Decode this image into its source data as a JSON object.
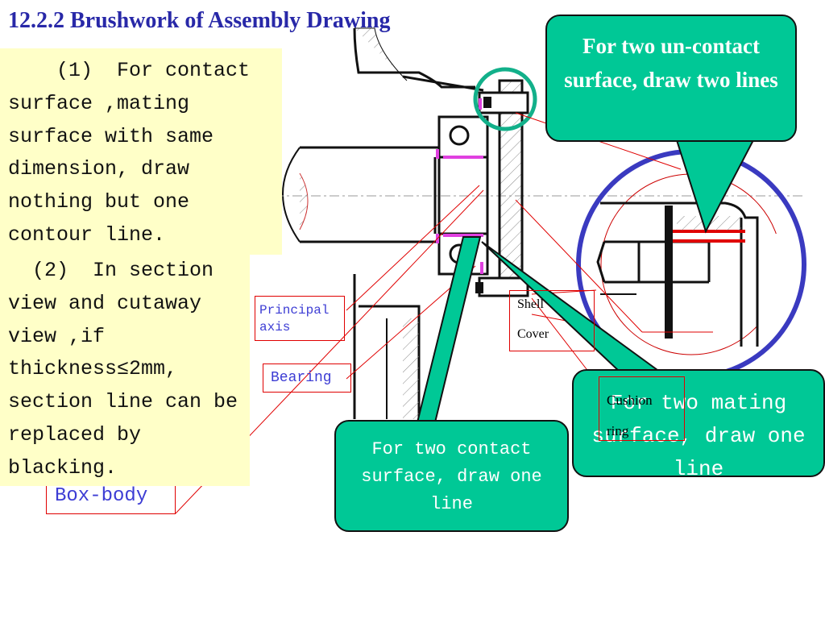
{
  "title": "12.2.2 Brushwork of Assembly Drawing",
  "notes": {
    "note1": "    (1)  For contact surface ,mating surface with same dimension, draw nothing but one contour line.",
    "note2": "  (2)  In section view and cutaway view ,if thickness≤2mm, section line can be replaced by blacking."
  },
  "callouts": {
    "top": "For two un-contact surface, draw two lines",
    "middle": "For two contact surface, draw one line",
    "right": "For two mating surface, draw one line"
  },
  "part_labels": {
    "principal_axis": "Principal\naxis",
    "bearing": "Bearing",
    "box_body": "Box-body",
    "shell": "Shell",
    "cover": "Cover",
    "cushion_ring": "Cushion\nring"
  },
  "colors": {
    "callout_fill": "#00c896",
    "note_fill": "#ffffc8",
    "title": "#2828a8",
    "leader": "#e00000",
    "magnifier": "#3a3ac0",
    "highlight_ring": "#12b08a",
    "contact_mark": "#e040e0"
  }
}
